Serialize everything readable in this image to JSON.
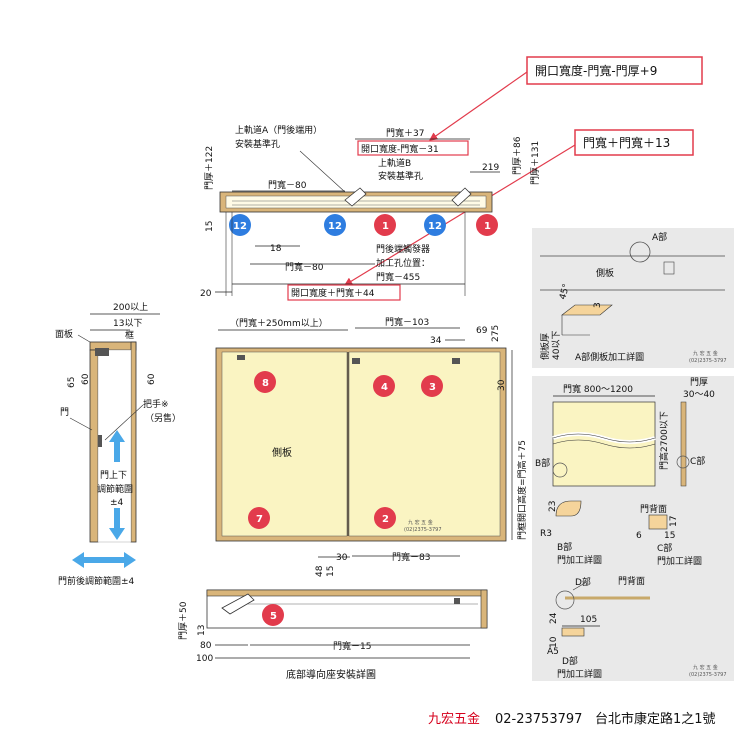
{
  "callouts": {
    "top_formula": "開口寬度-門寬-門厚+9",
    "right_formula": "門寬＋門寬＋13"
  },
  "top_view": {
    "rail_a_line1": "上軌道A（門後端用）",
    "rail_a_line2": "安裝基準孔",
    "door_width_plus_37": "門寬＋37",
    "opening_width_minus_door": "開口寬度-門寬－31",
    "rail_b_line1": "上軌道B",
    "rail_b_line2": "安裝基準孔",
    "dim_219": "219",
    "door_width_minus_80_upper": "門寬－80",
    "dim_18": "18",
    "door_width_minus_80_lower": "門寬－80",
    "trigger_line1": "門後端觸發器",
    "trigger_line2": "加工孔位置：",
    "trigger_line3": "門寬－455",
    "opening_plus_door_44": "開口寬度＋門寬＋44",
    "dim_20": "20",
    "dim_15": "15",
    "door_thickness_122": "門厚＋122",
    "door_thickness_86": "門厚＋86",
    "door_thickness_131": "門厚＋131"
  },
  "badges": {
    "b12a": "12",
    "b12b": "12",
    "b1a": "1",
    "b12c": "12",
    "b1b": "1",
    "b8": "8",
    "b4": "4",
    "b3": "3",
    "b7": "7",
    "b2": "2",
    "b5": "5"
  },
  "side_view": {
    "dim_200": "200以上",
    "dim_13": "13以下",
    "frame": "框",
    "panel": "面板",
    "dim_65": "65",
    "dim_60a": "60",
    "dim_60b": "60",
    "door": "門",
    "handle_line1": "把手※",
    "handle_line2": "（另售）",
    "adj_line1": "門上下",
    "adj_line2": "調節範圍",
    "adj_line3": "±4",
    "front_back": "門前後調節範圍±4"
  },
  "front_view": {
    "door_plus_250": "（門寬＋250mm以上）",
    "door_minus_103": "門寬－103",
    "dim_69": "69",
    "dim_275": "275",
    "dim_34": "34",
    "dim_30a": "30",
    "side_panel": "側板",
    "frame_height": "門框開口高度=門高＋75",
    "dim_48": "48",
    "dim_15": "15",
    "dim_30b": "30",
    "door_minus_83": "門寬－83",
    "wm_cn": "九 宏 五 金",
    "wm_tel": "(02)2375-3797"
  },
  "bottom_view": {
    "door_plus_50": "門厚＋50",
    "dim_13": "13",
    "dim_80": "80",
    "dim_100": "100",
    "door_minus_15": "門寬－15",
    "title": "底部導向座安裝詳圖"
  },
  "detail_a": {
    "label": "A部",
    "side_panel": "側板",
    "angle": "45°",
    "dim_3": "3",
    "depth": "側板厚",
    "depth2": "40以下",
    "title": "A部側板加工詳圖",
    "wm_cn": "九 宏 五 金",
    "wm_tel": "(02)2375-3797"
  },
  "detail_door": {
    "door_width": "門寬  800～1200",
    "door_height": "門高2700以下",
    "door_thickness_label": "門厚",
    "door_thickness_range": "30～40",
    "part_b": "B部",
    "part_c": "C部",
    "dim_23": "23",
    "r3": "R3",
    "b_title1": "B部",
    "b_title2": "門加工詳圖",
    "back_face": "門背面",
    "dim_17": "17",
    "dim_6": "6",
    "dim_15": "15",
    "c_title1": "C部",
    "c_title2": "門加工詳圖",
    "part_d": "D部",
    "back_face2": "門背面",
    "dim_105": "105",
    "dim_24": "24",
    "dim_10": "10",
    "a5": "A5",
    "d_title1": "D部",
    "d_title2": "門加工詳圖",
    "wm_cn": "九 宏 五 金",
    "wm_tel": "(02)2375-3797"
  },
  "footer": {
    "brand": "九宏五金",
    "phone": "02-23753797",
    "address": "台北市康定路1之1號"
  },
  "colors": {
    "accent_red": "#e23b4c",
    "badge_blue": "#2e7de0",
    "panel_fill": "#faf4c2",
    "wood": "#d9b57a",
    "detail_bg": "#e9e9e9",
    "arrow_blue": "#4aa8e8"
  }
}
